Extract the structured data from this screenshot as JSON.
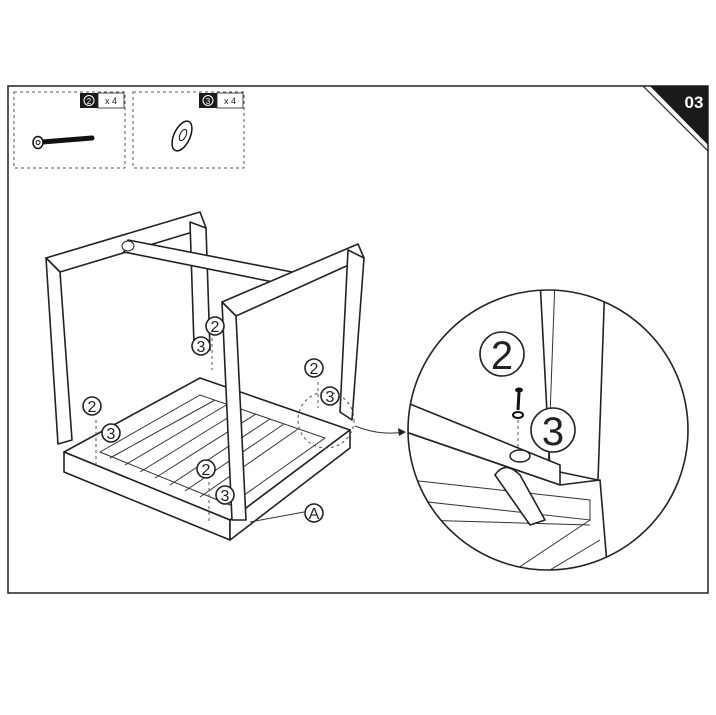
{
  "step": {
    "number": "03"
  },
  "parts": [
    {
      "id": "2",
      "qty": "x 4",
      "icon": "bolt-icon"
    },
    {
      "id": "3",
      "qty": "x 4",
      "icon": "washer-icon"
    }
  ],
  "callouts": {
    "bolt": "2",
    "washer": "3",
    "assembly": "A"
  },
  "detail": {
    "bolt": "2",
    "washer": "3"
  }
}
